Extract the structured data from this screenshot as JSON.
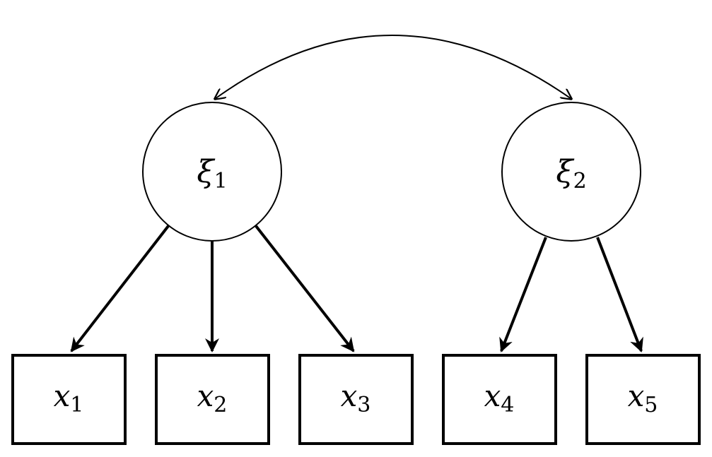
{
  "diagram": {
    "latent": [
      {
        "symbol": "ξ",
        "index": "1"
      },
      {
        "symbol": "ξ",
        "index": "2"
      }
    ],
    "observed": [
      {
        "symbol": "x",
        "index": "1"
      },
      {
        "symbol": "x",
        "index": "2"
      },
      {
        "symbol": "x",
        "index": "3"
      },
      {
        "symbol": "x",
        "index": "4"
      },
      {
        "symbol": "x",
        "index": "5"
      }
    ],
    "loadings": [
      {
        "from": "ξ1",
        "to": "x1"
      },
      {
        "from": "ξ1",
        "to": "x2"
      },
      {
        "from": "ξ1",
        "to": "x3"
      },
      {
        "from": "ξ2",
        "to": "x4"
      },
      {
        "from": "ξ2",
        "to": "x5"
      }
    ],
    "covariance": {
      "between": [
        "ξ1",
        "ξ2"
      ],
      "bidirectional": true
    }
  }
}
